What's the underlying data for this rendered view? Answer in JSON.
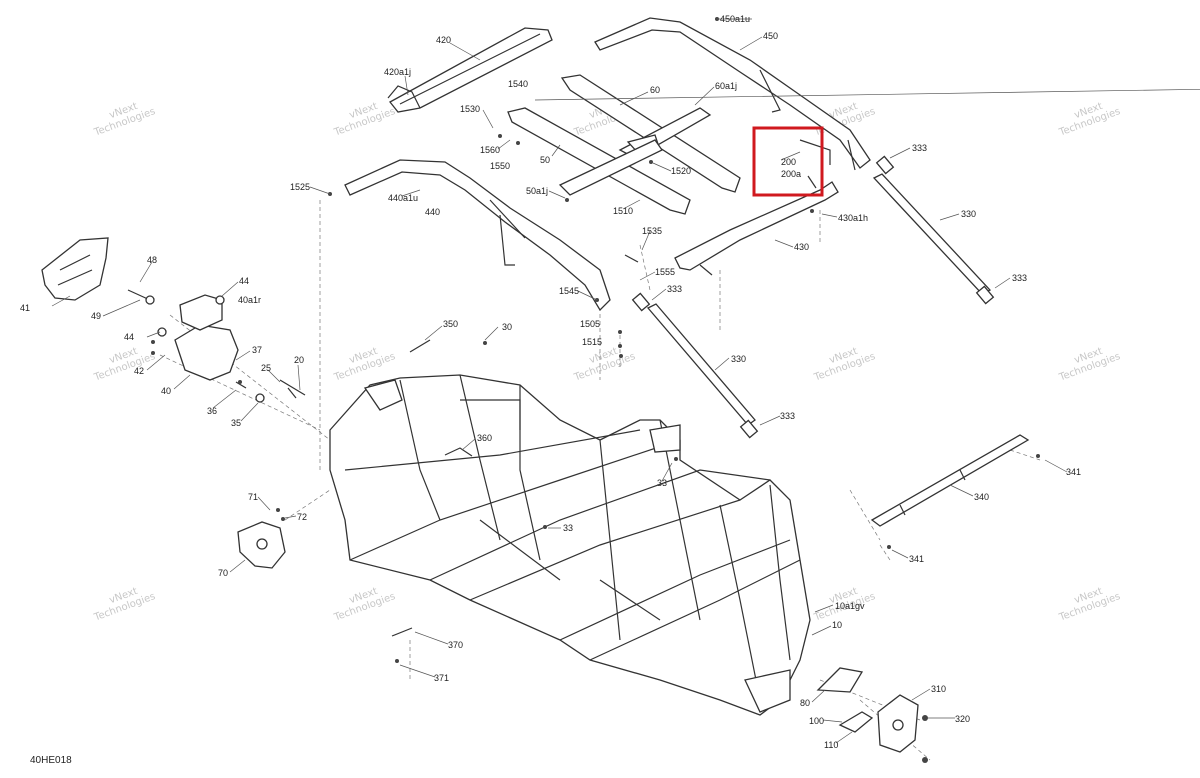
{
  "diagram_code": "40HE018",
  "highlight_color": "#d0191f",
  "watermark_lines": [
    "vNext",
    "Technologies"
  ],
  "labels": [
    {
      "id": "p420",
      "text": "420"
    },
    {
      "id": "p420a1j",
      "text": "420a1j"
    },
    {
      "id": "p450a1u",
      "text": "450a1u"
    },
    {
      "id": "p450",
      "text": "450"
    },
    {
      "id": "p1540",
      "text": "1540"
    },
    {
      "id": "p60",
      "text": "60"
    },
    {
      "id": "p60a1j",
      "text": "60a1j"
    },
    {
      "id": "p1530",
      "text": "1530"
    },
    {
      "id": "p1560",
      "text": "1560"
    },
    {
      "id": "p1550",
      "text": "1550"
    },
    {
      "id": "p50",
      "text": "50"
    },
    {
      "id": "p1520",
      "text": "1520"
    },
    {
      "id": "p200",
      "text": "200"
    },
    {
      "id": "p200a",
      "text": "200a"
    },
    {
      "id": "p333a",
      "text": "333"
    },
    {
      "id": "p1525",
      "text": "1525"
    },
    {
      "id": "p440a1u",
      "text": "440a1u"
    },
    {
      "id": "p440",
      "text": "440"
    },
    {
      "id": "p50a1j",
      "text": "50a1j"
    },
    {
      "id": "p1510",
      "text": "1510"
    },
    {
      "id": "p430a1h",
      "text": "430a1h"
    },
    {
      "id": "p330a",
      "text": "330"
    },
    {
      "id": "p1535",
      "text": "1535"
    },
    {
      "id": "p430",
      "text": "430"
    },
    {
      "id": "p48",
      "text": "48"
    },
    {
      "id": "p44a",
      "text": "44"
    },
    {
      "id": "p40a1r",
      "text": "40a1r"
    },
    {
      "id": "p41",
      "text": "41"
    },
    {
      "id": "p49",
      "text": "49"
    },
    {
      "id": "p1555",
      "text": "1555"
    },
    {
      "id": "p1545",
      "text": "1545"
    },
    {
      "id": "p333b",
      "text": "333"
    },
    {
      "id": "p333c",
      "text": "333"
    },
    {
      "id": "p350",
      "text": "350"
    },
    {
      "id": "p30",
      "text": "30"
    },
    {
      "id": "p1505",
      "text": "1505"
    },
    {
      "id": "p1515",
      "text": "1515"
    },
    {
      "id": "p44b",
      "text": "44"
    },
    {
      "id": "p37",
      "text": "37"
    },
    {
      "id": "p42",
      "text": "42"
    },
    {
      "id": "p40",
      "text": "40"
    },
    {
      "id": "p20",
      "text": "20"
    },
    {
      "id": "p25",
      "text": "25"
    },
    {
      "id": "p36",
      "text": "36"
    },
    {
      "id": "p35",
      "text": "35"
    },
    {
      "id": "p330b",
      "text": "330"
    },
    {
      "id": "p333d",
      "text": "333"
    },
    {
      "id": "p360",
      "text": "360"
    },
    {
      "id": "p341a",
      "text": "341"
    },
    {
      "id": "p33a",
      "text": "33"
    },
    {
      "id": "p340",
      "text": "340"
    },
    {
      "id": "p71",
      "text": "71"
    },
    {
      "id": "p72",
      "text": "72"
    },
    {
      "id": "p33b",
      "text": "33"
    },
    {
      "id": "p341b",
      "text": "341"
    },
    {
      "id": "p70",
      "text": "70"
    },
    {
      "id": "p10a1gv",
      "text": "10a1gv"
    },
    {
      "id": "p10",
      "text": "10"
    },
    {
      "id": "p370",
      "text": "370"
    },
    {
      "id": "p371",
      "text": "371"
    },
    {
      "id": "p310",
      "text": "310"
    },
    {
      "id": "p80",
      "text": "80"
    },
    {
      "id": "p100",
      "text": "100"
    },
    {
      "id": "p320",
      "text": "320"
    },
    {
      "id": "p110",
      "text": "110"
    }
  ]
}
